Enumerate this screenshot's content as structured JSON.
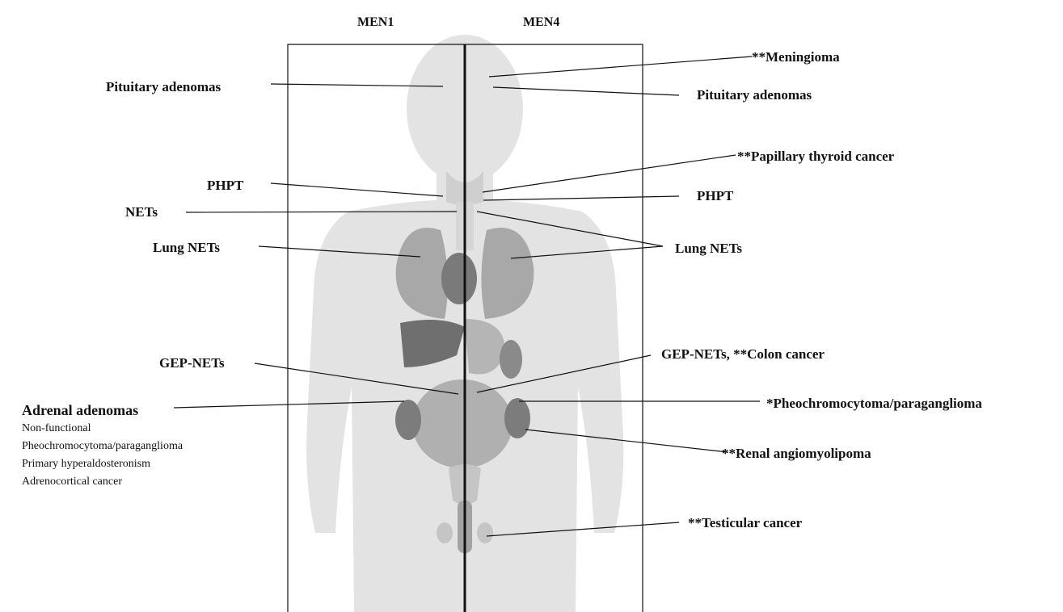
{
  "headers": {
    "left": "MEN1",
    "right": "MEN4"
  },
  "men1_labels": {
    "pituitary": "Pituitary adenomas",
    "phpt": "PHPT",
    "nets": "NETs",
    "lung_nets": "Lung NETs",
    "gep_nets": "GEP-NETs",
    "adrenal": "Adrenal adenomas",
    "adrenal_subtypes": [
      "Non-functional",
      "Pheochromocytoma/paraganglioma",
      "Primary hyperaldosteronism",
      "Adrenocortical cancer"
    ]
  },
  "men4_labels": {
    "meningioma": "**Meningioma",
    "pituitary": "Pituitary adenomas",
    "thyroid": "**Papillary thyroid cancer",
    "phpt": "PHPT",
    "lung_nets": "Lung NETs",
    "gep_colon": "GEP-NETs, **Colon cancer",
    "pheo": "*Pheochromocytoma/paraganglioma",
    "renal": "**Renal angiomyolipoma",
    "testicular": "**Testicular cancer"
  },
  "colors": {
    "silhouette": "#e3e3e3",
    "organ_light": "#b8b8b8",
    "organ_mid": "#9a9a9a",
    "organ_dark": "#6f6f6f",
    "line": "#111111"
  }
}
